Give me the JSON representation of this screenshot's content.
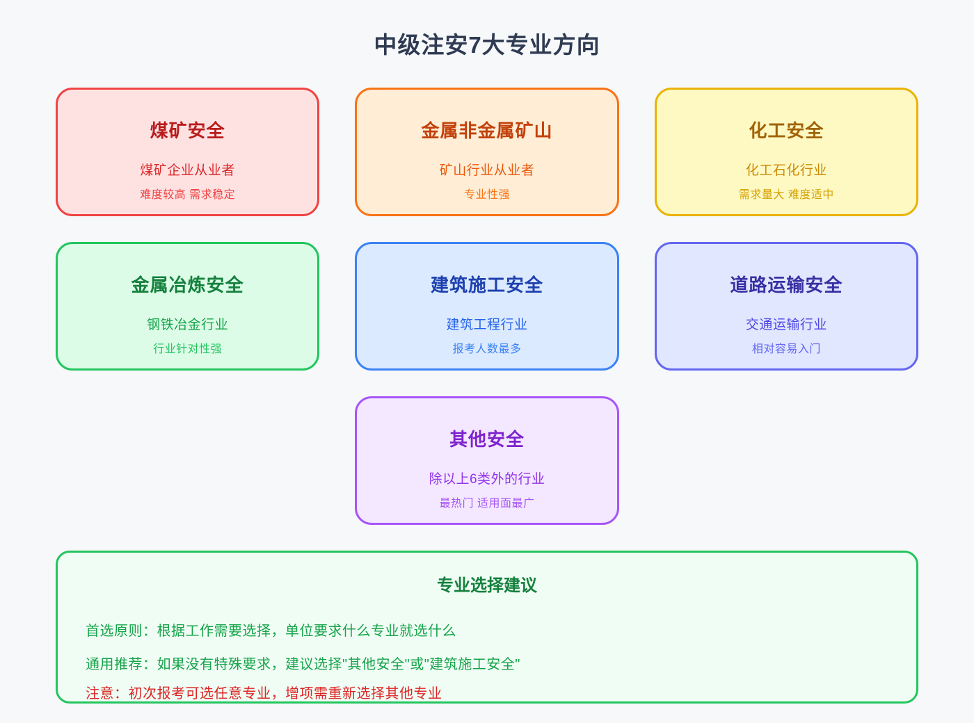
{
  "page": {
    "title": "中级注安7大专业方向",
    "background": "#f7f8fa",
    "title_color": "#2f3b52"
  },
  "cards": [
    {
      "title": "煤矿安全",
      "subtitle": "煤矿企业从业者",
      "note": "难度较高 需求稳定",
      "colors": {
        "border": "#ef4444",
        "bg": "#fee2e2",
        "title": "#b91c1c",
        "subtitle": "#dc2626",
        "note": "#ef4444"
      }
    },
    {
      "title": "金属非金属矿山",
      "subtitle": "矿山行业从业者",
      "note": "专业性强",
      "colors": {
        "border": "#f97316",
        "bg": "#ffedd5",
        "title": "#c2410c",
        "subtitle": "#ea580c",
        "note": "#f97316"
      }
    },
    {
      "title": "化工安全",
      "subtitle": "化工石化行业",
      "note": "需求量大 难度适中",
      "colors": {
        "border": "#eab308",
        "bg": "#fef9c3",
        "title": "#a16207",
        "subtitle": "#ca8a04",
        "note": "#d5a106"
      }
    },
    {
      "title": "金属冶炼安全",
      "subtitle": "钢铁冶金行业",
      "note": "行业针对性强",
      "colors": {
        "border": "#22c55e",
        "bg": "#dcfce7",
        "title": "#15803d",
        "subtitle": "#16a34a",
        "note": "#22c55e"
      }
    },
    {
      "title": "建筑施工安全",
      "subtitle": "建筑工程行业",
      "note": "报考人数最多",
      "colors": {
        "border": "#3b82f6",
        "bg": "#dbeafe",
        "title": "#1e40af",
        "subtitle": "#2563eb",
        "note": "#3b82f6"
      }
    },
    {
      "title": "道路运输安全",
      "subtitle": "交通运输行业",
      "note": "相对容易入门",
      "colors": {
        "border": "#6366f1",
        "bg": "#e0e7ff",
        "title": "#3730a3",
        "subtitle": "#4f46e5",
        "note": "#6366f1"
      }
    },
    {
      "title": "其他安全",
      "subtitle": "除以上6类外的行业",
      "note": "最热门 适用面最广",
      "colors": {
        "border": "#a855f7",
        "bg": "#f3e8ff",
        "title": "#7e22ce",
        "subtitle": "#9333ea",
        "note": "#a855f7"
      }
    }
  ],
  "advice": {
    "title": "专业选择建议",
    "colors": {
      "border": "#22c55e",
      "bg": "#f0fdf4",
      "title": "#15803d"
    },
    "lines": [
      {
        "text": "首选原则：根据工作需要选择，单位要求什么专业就选什么",
        "color": "#16a34a"
      },
      {
        "text": "通用推荐：如果没有特殊要求，建议选择\"其他安全\"或\"建筑施工安全\"",
        "color": "#16a34a"
      },
      {
        "text": "注意：初次报考可选任意专业，增项需重新选择其他专业",
        "color": "#dc2626"
      }
    ]
  }
}
